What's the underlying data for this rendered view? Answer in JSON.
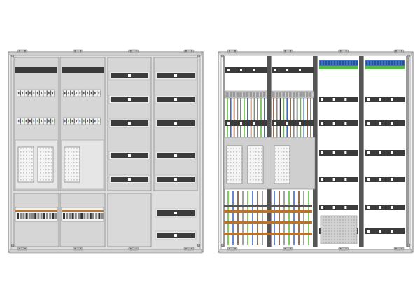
{
  "figure": {
    "left_panel": {
      "view": "front-covered",
      "columns": 4,
      "meter_fields": 2,
      "module_row_count": 6
    },
    "right_panel": {
      "view": "open-wired",
      "columns": 4,
      "meter_fields": 2,
      "terminal_block_rows": 2
    },
    "colors": {
      "enclosure": "#e3e3e3",
      "frame": "#b8b8b8",
      "din_rail": "#3b3b3b",
      "busbar_copper": "#b8742f",
      "wire_green_yellow": "#5fbf3a",
      "wire_blue": "#4169c8",
      "wire_brown": "#7a4a2a",
      "wire_grey": "#8a8a8a",
      "terminal_blue": "#3d74c9",
      "terminal_green": "#58b94a"
    },
    "icons": [
      "meter-icon",
      "circuit-breaker-icon",
      "busbar-icon",
      "mounting-screw-icon"
    ]
  }
}
